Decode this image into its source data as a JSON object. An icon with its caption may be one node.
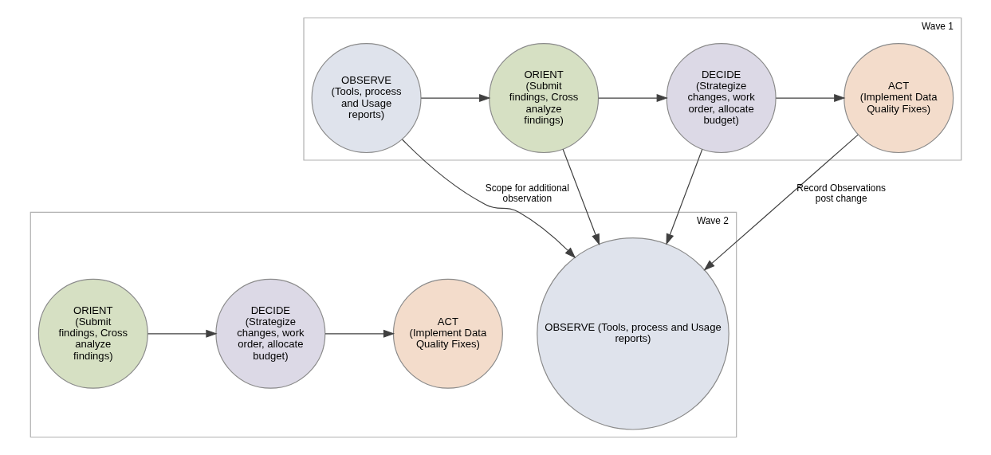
{
  "diagram": {
    "nodes": [
      {
        "text": [
          "Wave 1"
        ]
      },
      {
        "text": [
          "OBSERVE",
          "(Tools, process and Usage reports)"
        ],
        "in": 0
      },
      {
        "text": [
          "ORIENT",
          "(Submit findings, Cross analyze findings)"
        ],
        "in": 0
      },
      {
        "text": [
          "DECIDE",
          "(Strategize changes, work order, allocate budget)"
        ],
        "in": 0
      },
      {
        "text": [
          "ACT",
          "(Implement Data Quality Fixes)"
        ],
        "in": 0
      },
      {
        "text": [
          "Wave 2"
        ]
      },
      {
        "text": [
          "OBSERVE (Tools, process and Usage reports)"
        ],
        "in": 5
      },
      {
        "text": [
          "ORIENT",
          "(Submit findings, Cross analyze findings)"
        ],
        "in": 5
      },
      {
        "text": [
          "DECIDE",
          "(Strategize changes, work order, allocate budget)"
        ],
        "in": 5
      },
      {
        "text": [
          "ACT",
          "(Implement Data Quality Fixes)"
        ],
        "in": 5
      }
    ],
    "edges": [
      {
        "from": 1,
        "to": 2,
        "arrow": "to"
      },
      {
        "from": 2,
        "to": 3,
        "arrow": "to"
      },
      {
        "from": 3,
        "to": 4,
        "arrow": "to"
      },
      {
        "from": 2,
        "to": 6,
        "arrow": "to"
      },
      {
        "from": 3,
        "to": 6,
        "arrow": "to"
      },
      {
        "from": 4,
        "to": 6,
        "label": "Record Observations post change",
        "arrow": "to"
      },
      {
        "from": 1,
        "to": 6,
        "label": "Scope for additional observation",
        "arrow": "to"
      },
      {
        "from": 7,
        "to": 8,
        "arrow": "to"
      },
      {
        "from": 8,
        "to": 9,
        "arrow": "to"
      }
    ]
  }
}
